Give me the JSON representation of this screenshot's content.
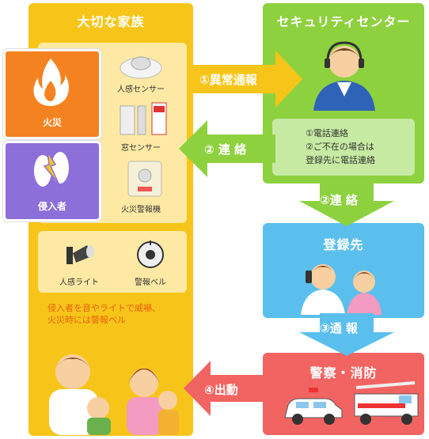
{
  "family": {
    "title": "大切な家族",
    "sensors": [
      "人感センサー",
      "窓センサー",
      "火災警報機"
    ],
    "devices": [
      "人感ライト",
      "警報ベル"
    ],
    "warning_lines": [
      "侵入者を音やライトで威嚇、",
      "火災時には警報ベル"
    ]
  },
  "events": {
    "fire": "火災",
    "intruder": "侵入者"
  },
  "security": {
    "title": "セキュリティセンター",
    "notes": [
      "①電話連絡",
      "②ご不在の場合は",
      "登録先に電話連絡"
    ]
  },
  "registered": {
    "title": "登録先"
  },
  "police_fire": {
    "title": "警察・消防"
  },
  "arrows": {
    "abnormal": "①異常通報",
    "contact_left": "② 連 絡",
    "contact_down": "②連 絡",
    "report": "③通 報",
    "dispatch": "④出動"
  },
  "colors": {
    "yellow": "#f7c51a",
    "green": "#8ed13f",
    "blue": "#5bbfed",
    "red": "#f26462",
    "orange": "#f58220",
    "purple": "#8c6fd8"
  }
}
